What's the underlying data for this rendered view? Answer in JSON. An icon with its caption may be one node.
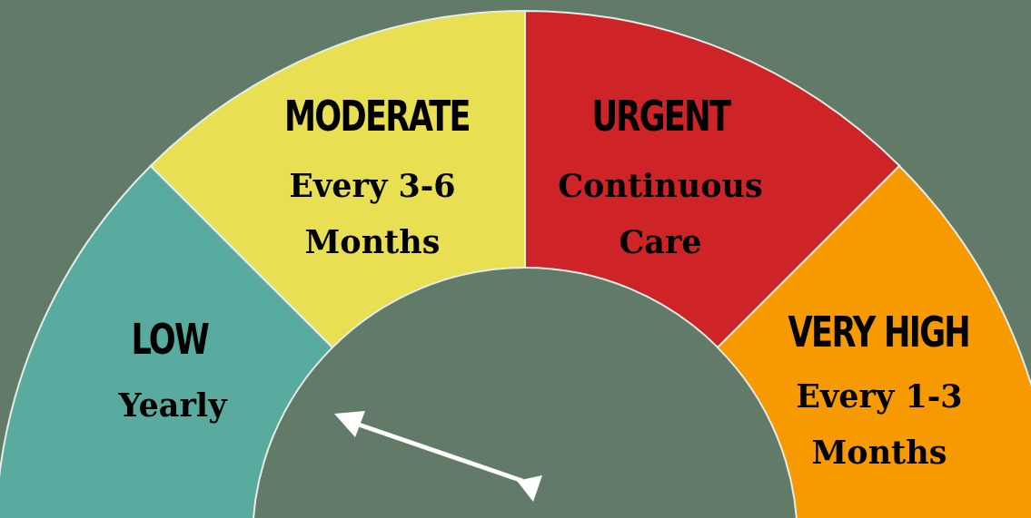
{
  "diagram": {
    "nodes": [
      {
        "text": [
          "LOW",
          "Yearly"
        ]
      },
      {
        "text": [
          "MODERATE",
          "Every 3-6 Months"
        ]
      },
      {
        "text": [
          "URGENT",
          "Continuous Care"
        ]
      },
      {
        "text": [
          "VERY HIGH",
          "Every 1-3 Months"
        ]
      }
    ]
  }
}
